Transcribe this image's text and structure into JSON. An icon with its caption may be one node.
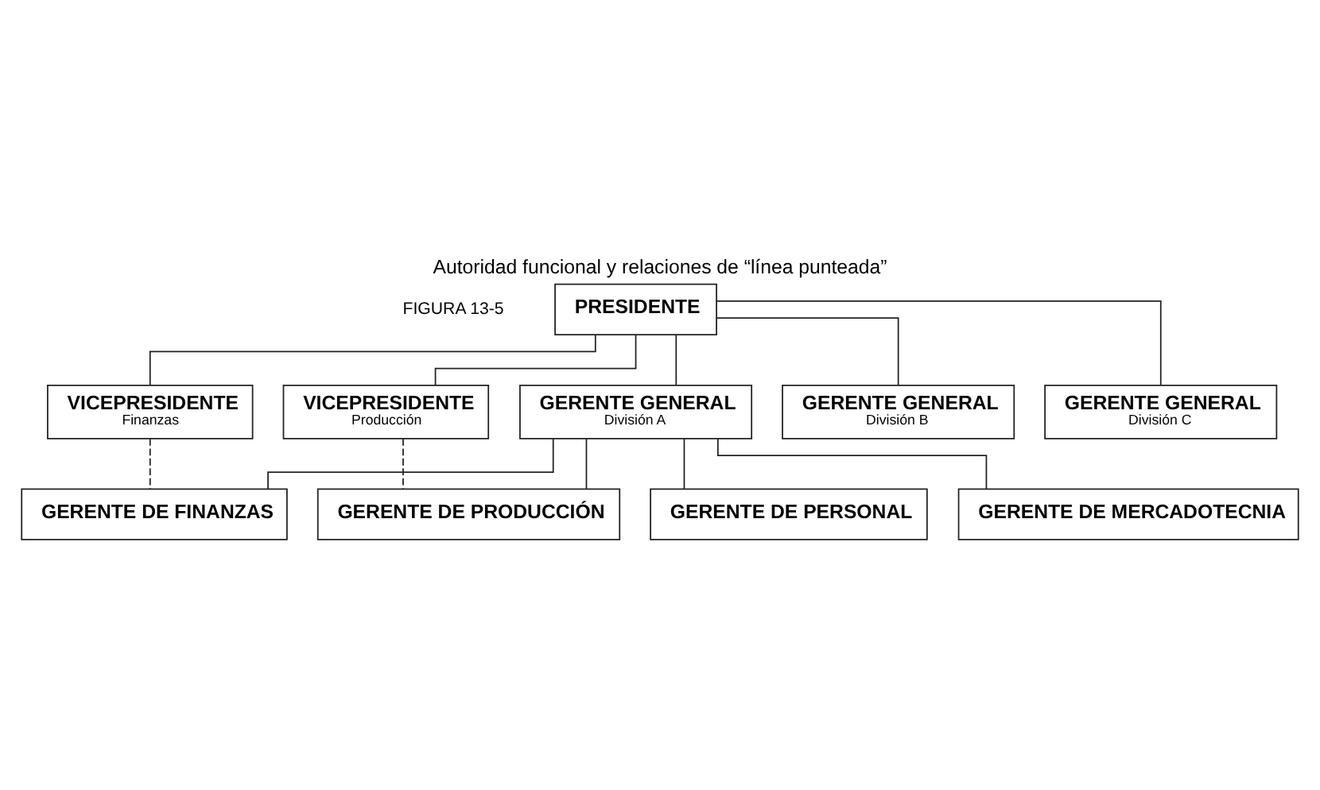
{
  "diagram": {
    "title": "Autoridad funcional y relaciones de “línea punteada”",
    "nodes": [
      {
        "text": [
          "PRESIDENTE"
        ]
      },
      {
        "text": [
          "VICEPRESIDENTE",
          "Finanzas"
        ]
      },
      {
        "text": [
          "VICEPRESIDENTE",
          "Producción"
        ]
      },
      {
        "text": [
          "GERENTE GENERAL",
          "División A"
        ]
      },
      {
        "text": [
          "GERENTE GENERAL",
          "División B"
        ]
      },
      {
        "text": [
          "GERENTE GENERAL",
          "División C"
        ]
      },
      {
        "text": [
          "GERENTE DE FINANZAS"
        ]
      },
      {
        "text": [
          "GERENTE DE PRODUCCIÓN"
        ]
      },
      {
        "text": [
          "GERENTE DE PERSONAL"
        ]
      },
      {
        "text": [
          "GERENTE DE MERCADOTECNIA"
        ]
      }
    ],
    "edges": [
      {
        "from": 0,
        "to": 1,
        "arrow": "none"
      },
      {
        "from": 0,
        "to": 2,
        "arrow": "none"
      },
      {
        "from": 0,
        "to": 3,
        "arrow": "none"
      },
      {
        "from": 0,
        "to": 4,
        "arrow": "none"
      },
      {
        "from": 0,
        "to": 5,
        "arrow": "none"
      },
      {
        "from": 3,
        "to": 6,
        "arrow": "none"
      },
      {
        "from": 3,
        "to": 7,
        "arrow": "none"
      },
      {
        "from": 3,
        "to": 8,
        "arrow": "none"
      },
      {
        "from": 3,
        "to": 9,
        "arrow": "none"
      },
      {
        "from": 1,
        "to": 6,
        "arrow": "none",
        "style": "dashed"
      },
      {
        "from": 2,
        "to": 7,
        "arrow": "none",
        "style": "dashed"
      }
    ],
    "labels": [
      "FIGURA 13-5"
    ]
  }
}
